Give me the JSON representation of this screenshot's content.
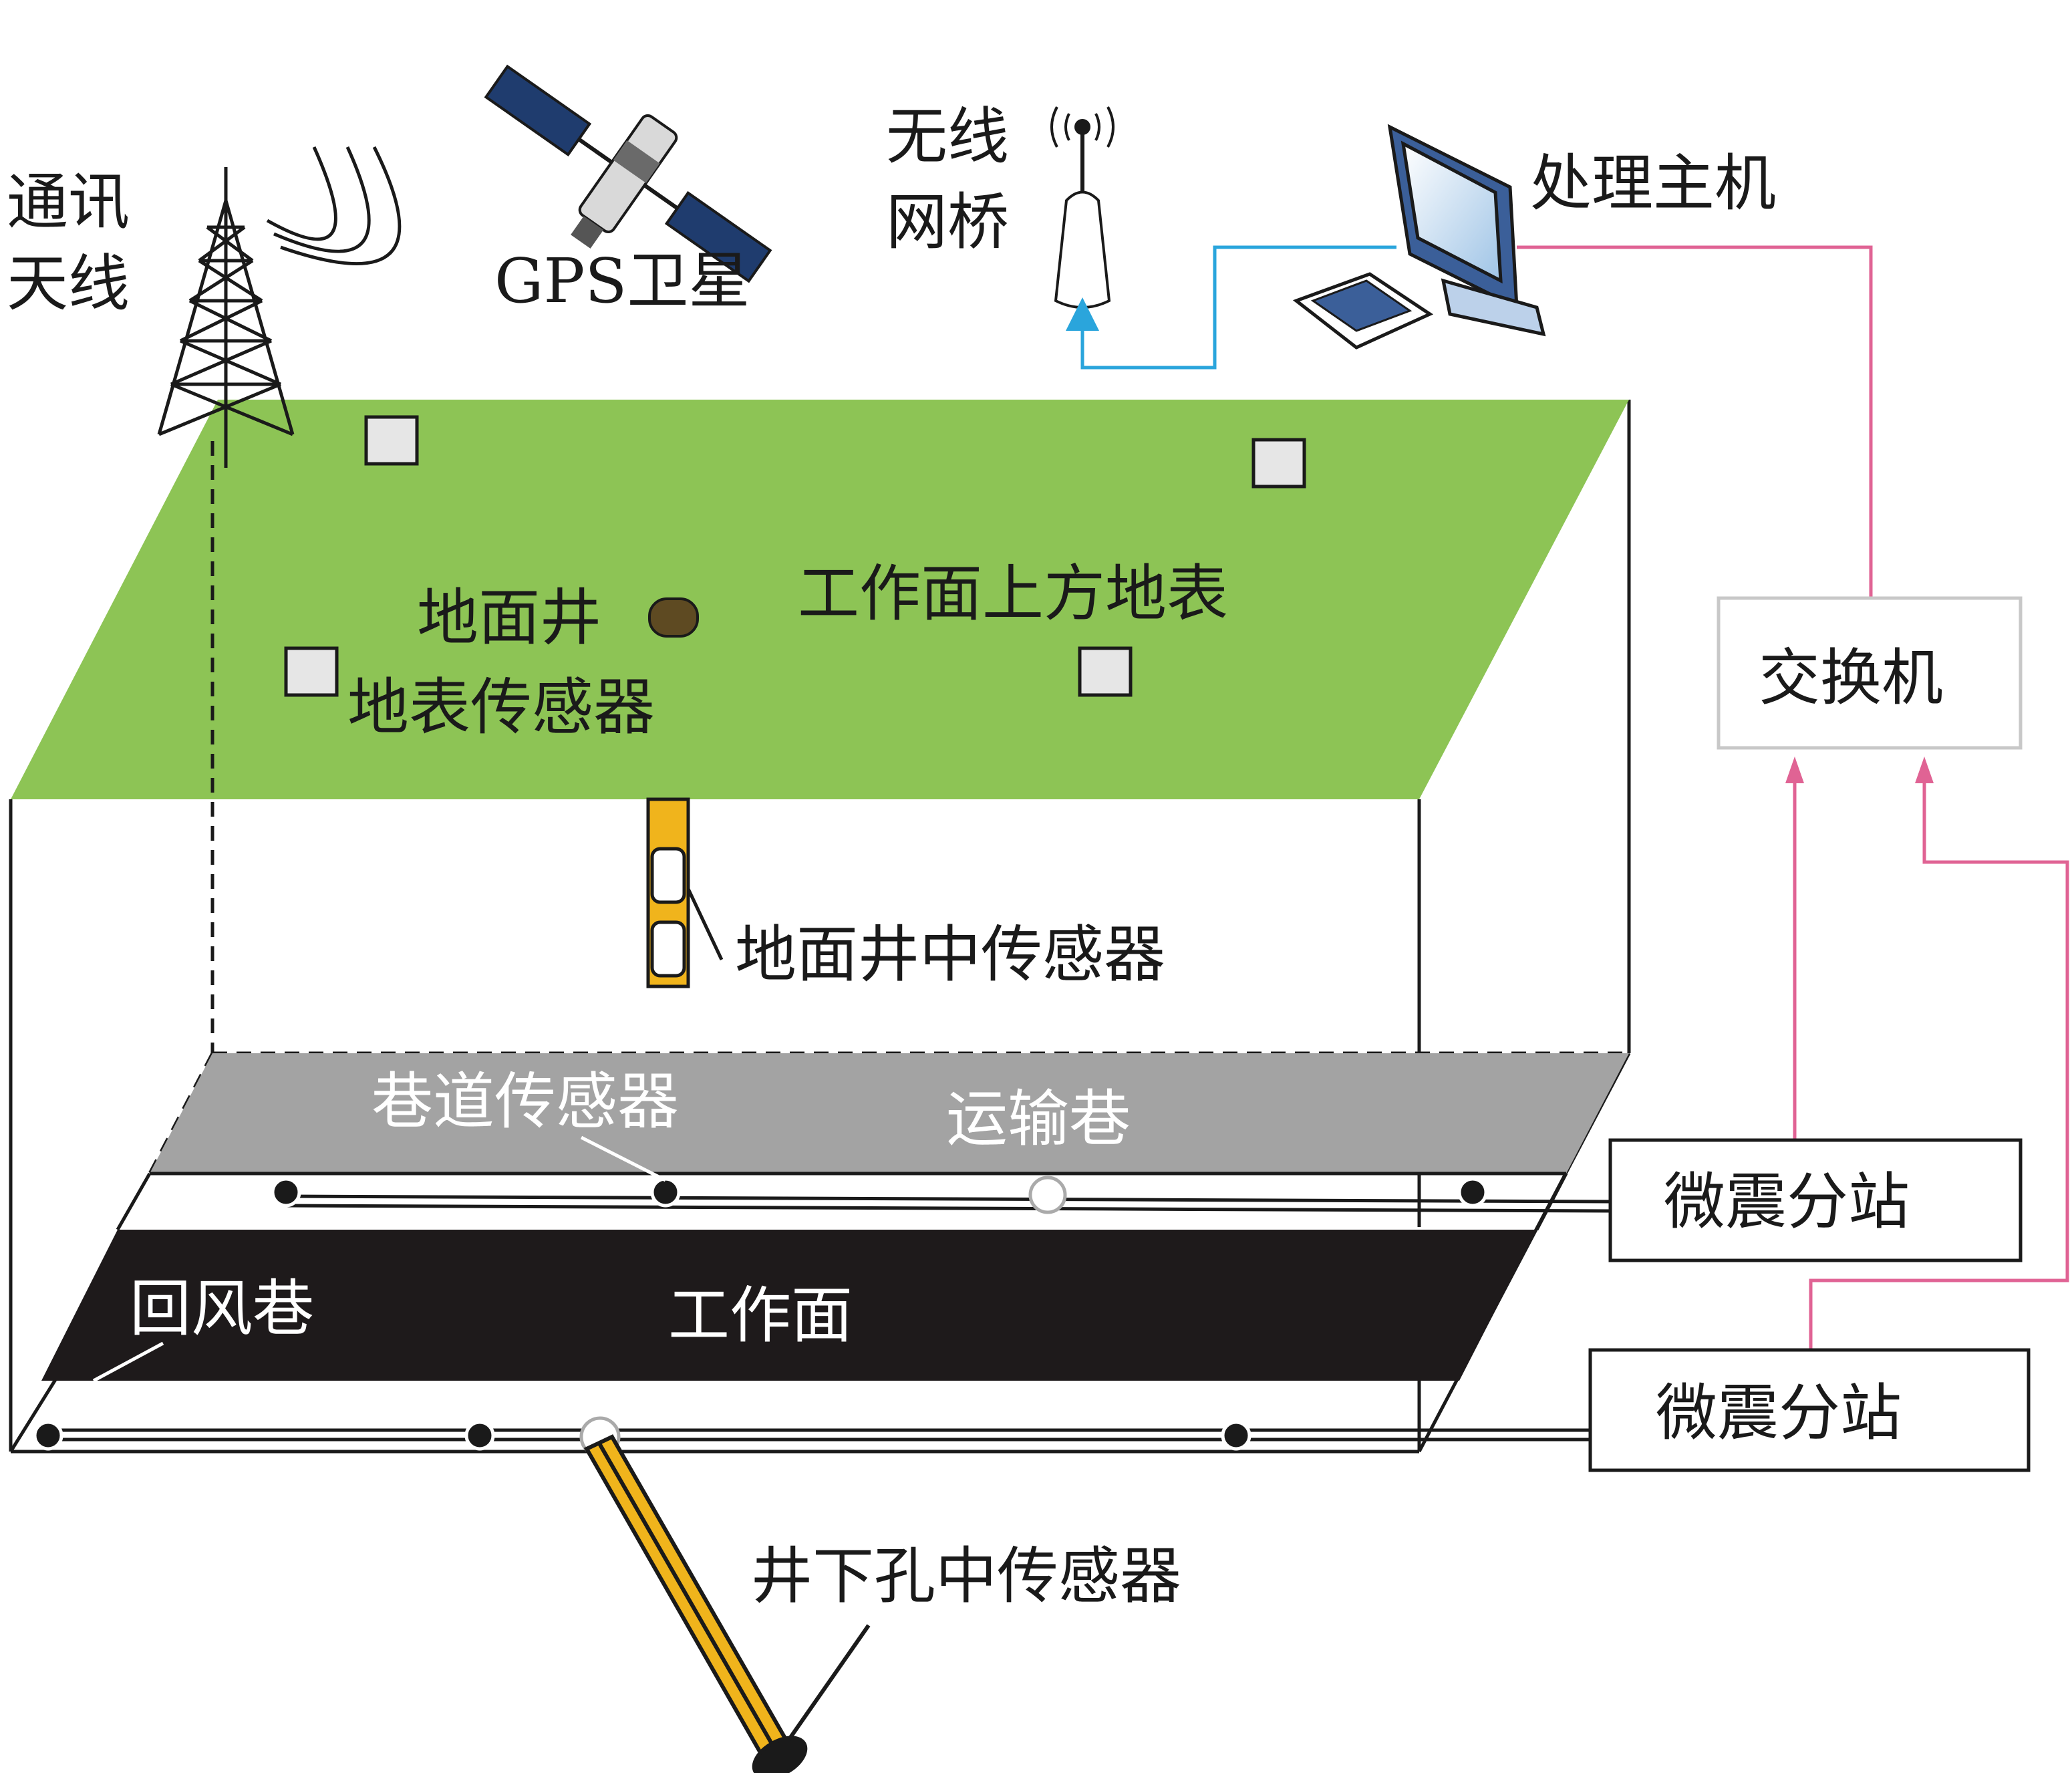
{
  "labels": {
    "comm_antenna_line1": "通讯",
    "comm_antenna_line2": "天线",
    "gps_satellite": "GPS卫星",
    "wireless_bridge_line1": "无线",
    "wireless_bridge_line2": "网桥",
    "host": "处理主机",
    "switch": "交换机",
    "ground_well": "地面井",
    "surface_above_face": "工作面上方地表",
    "surface_sensor": "地表传感器",
    "ground_well_sensor": "地面井中传感器",
    "roadway_sensor": "巷道传感器",
    "transport_roadway": "运输巷",
    "micro_station_1": "微震分站",
    "return_air_roadway": "回风巷",
    "working_face": "工作面",
    "micro_station_2": "微震分站",
    "underground_borehole_sensor": "井下孔中传感器"
  },
  "colors": {
    "surface_green": "#8dc455",
    "transport_gray": "#a3a3a3",
    "working_face_black": "#1e1a1b",
    "ethernet_blue": "#2aa5dc",
    "link_pink": "#e06394",
    "borehole_yellow": "#f0b41c",
    "well_brown": "#5e4a22",
    "sensor_box_fill": "#e6e6e6"
  },
  "icons": {
    "tower": "radio-tower-icon",
    "satellite": "satellite-icon",
    "wireless_bridge": "wireless-bridge-icon",
    "computer": "desktop-computer-icon"
  }
}
